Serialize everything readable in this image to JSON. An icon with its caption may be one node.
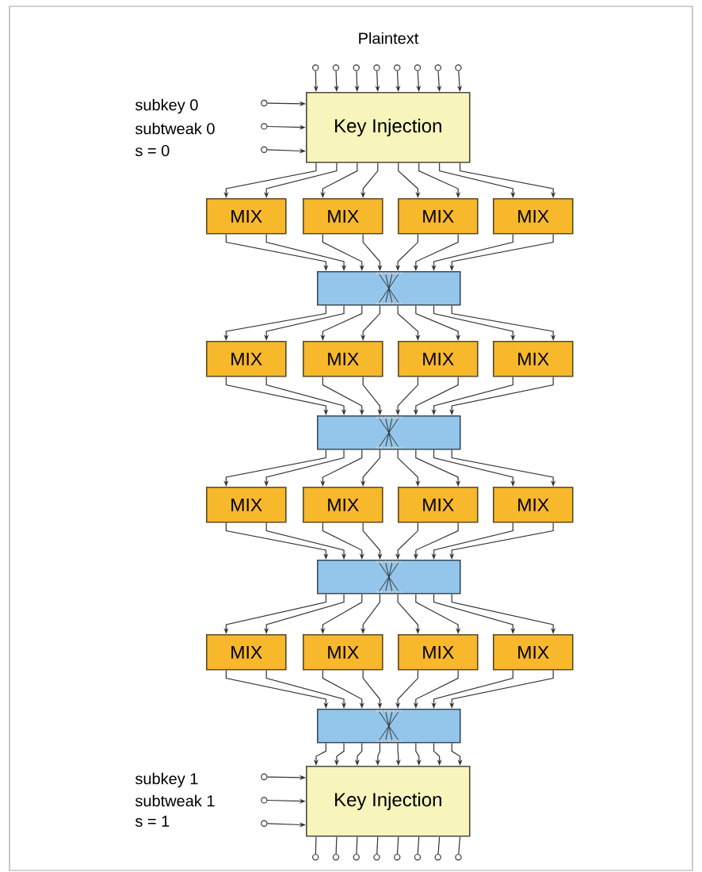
{
  "diagram": {
    "nodes": [
      {
        "text": [
          "Key Injection"
        ]
      },
      {
        "text": [
          "MIX"
        ]
      },
      {
        "text": [
          "MIX"
        ]
      },
      {
        "text": [
          "MIX"
        ]
      },
      {
        "text": [
          "MIX"
        ]
      },
      {
        "text": [],
        "shape": "box"
      },
      {
        "text": [
          "MIX"
        ]
      },
      {
        "text": [
          "MIX"
        ]
      },
      {
        "text": [
          "MIX"
        ]
      },
      {
        "text": [
          "MIX"
        ]
      },
      {
        "text": [],
        "shape": "box"
      },
      {
        "text": [
          "MIX"
        ]
      },
      {
        "text": [
          "MIX"
        ]
      },
      {
        "text": [
          "MIX"
        ]
      },
      {
        "text": [
          "MIX"
        ]
      },
      {
        "text": [],
        "shape": "box"
      },
      {
        "text": [
          "MIX"
        ]
      },
      {
        "text": [
          "MIX"
        ]
      },
      {
        "text": [
          "MIX"
        ]
      },
      {
        "text": [
          "MIX"
        ]
      },
      {
        "text": [],
        "shape": "box"
      },
      {
        "text": [
          "Key Injection"
        ]
      },
      {
        "text": [],
        "shape": "circle"
      },
      {
        "text": [],
        "shape": "circle"
      },
      {
        "text": [],
        "shape": "circle"
      },
      {
        "text": [],
        "shape": "circle"
      },
      {
        "text": [],
        "shape": "circle"
      },
      {
        "text": [],
        "shape": "circle"
      },
      {
        "text": [],
        "shape": "circle"
      },
      {
        "text": [],
        "shape": "circle"
      },
      {
        "text": [],
        "shape": "circle"
      },
      {
        "text": [],
        "shape": "circle"
      },
      {
        "text": [],
        "shape": "circle"
      },
      {
        "text": [],
        "shape": "circle"
      },
      {
        "text": [],
        "shape": "circle"
      },
      {
        "text": [],
        "shape": "circle"
      },
      {
        "text": [],
        "shape": "circle"
      },
      {
        "text": [],
        "shape": "circle"
      },
      {
        "text": [],
        "shape": "circle"
      },
      {
        "text": [],
        "shape": "circle"
      },
      {
        "text": [],
        "shape": "circle"
      },
      {
        "text": [],
        "shape": "circle"
      },
      {
        "text": [],
        "shape": "circle"
      },
      {
        "text": [],
        "shape": "circle"
      }
    ],
    "edges": [
      {
        "from": 22,
        "to": 0,
        "arrow": "to"
      },
      {
        "from": 23,
        "to": 0,
        "arrow": "to"
      },
      {
        "from": 24,
        "to": 0,
        "arrow": "to"
      },
      {
        "from": 25,
        "to": 0,
        "arrow": "to"
      },
      {
        "from": 26,
        "to": 0,
        "arrow": "to"
      },
      {
        "from": 27,
        "to": 0,
        "arrow": "to"
      },
      {
        "from": 28,
        "to": 0,
        "arrow": "to"
      },
      {
        "from": 29,
        "to": 0,
        "arrow": "to"
      },
      {
        "from": 30,
        "to": 0,
        "arrow": "to"
      },
      {
        "from": 31,
        "to": 0,
        "arrow": "to"
      },
      {
        "from": 32,
        "to": 0,
        "arrow": "to"
      },
      {
        "from": 0,
        "to": 1,
        "arrow": "to"
      },
      {
        "from": 0,
        "to": 1,
        "arrow": "to"
      },
      {
        "from": 0,
        "to": 2,
        "arrow": "to"
      },
      {
        "from": 0,
        "to": 2,
        "arrow": "to"
      },
      {
        "from": 0,
        "to": 3,
        "arrow": "to"
      },
      {
        "from": 0,
        "to": 3,
        "arrow": "to"
      },
      {
        "from": 0,
        "to": 4,
        "arrow": "to"
      },
      {
        "from": 0,
        "to": 4,
        "arrow": "to"
      },
      {
        "from": 1,
        "to": 5,
        "arrow": "to"
      },
      {
        "from": 1,
        "to": 5,
        "arrow": "to"
      },
      {
        "from": 2,
        "to": 5,
        "arrow": "to"
      },
      {
        "from": 2,
        "to": 5,
        "arrow": "to"
      },
      {
        "from": 3,
        "to": 5,
        "arrow": "to"
      },
      {
        "from": 3,
        "to": 5,
        "arrow": "to"
      },
      {
        "from": 4,
        "to": 5,
        "arrow": "to"
      },
      {
        "from": 4,
        "to": 5,
        "arrow": "to"
      },
      {
        "from": 5,
        "to": 6,
        "arrow": "to"
      },
      {
        "from": 5,
        "to": 6,
        "arrow": "to"
      },
      {
        "from": 5,
        "to": 7,
        "arrow": "to"
      },
      {
        "from": 5,
        "to": 7,
        "arrow": "to"
      },
      {
        "from": 5,
        "to": 8,
        "arrow": "to"
      },
      {
        "from": 5,
        "to": 8,
        "arrow": "to"
      },
      {
        "from": 5,
        "to": 9,
        "arrow": "to"
      },
      {
        "from": 5,
        "to": 9,
        "arrow": "to"
      },
      {
        "from": 6,
        "to": 10,
        "arrow": "to"
      },
      {
        "from": 6,
        "to": 10,
        "arrow": "to"
      },
      {
        "from": 7,
        "to": 10,
        "arrow": "to"
      },
      {
        "from": 7,
        "to": 10,
        "arrow": "to"
      },
      {
        "from": 8,
        "to": 10,
        "arrow": "to"
      },
      {
        "from": 8,
        "to": 10,
        "arrow": "to"
      },
      {
        "from": 9,
        "to": 10,
        "arrow": "to"
      },
      {
        "from": 9,
        "to": 10,
        "arrow": "to"
      },
      {
        "from": 10,
        "to": 11,
        "arrow": "to"
      },
      {
        "from": 10,
        "to": 11,
        "arrow": "to"
      },
      {
        "from": 10,
        "to": 12,
        "arrow": "to"
      },
      {
        "from": 10,
        "to": 12,
        "arrow": "to"
      },
      {
        "from": 10,
        "to": 13,
        "arrow": "to"
      },
      {
        "from": 10,
        "to": 13,
        "arrow": "to"
      },
      {
        "from": 10,
        "to": 14,
        "arrow": "to"
      },
      {
        "from": 10,
        "to": 14,
        "arrow": "to"
      },
      {
        "from": 11,
        "to": 15,
        "arrow": "to"
      },
      {
        "from": 11,
        "to": 15,
        "arrow": "to"
      },
      {
        "from": 12,
        "to": 15,
        "arrow": "to"
      },
      {
        "from": 12,
        "to": 15,
        "arrow": "to"
      },
      {
        "from": 13,
        "to": 15,
        "arrow": "to"
      },
      {
        "from": 13,
        "to": 15,
        "arrow": "to"
      },
      {
        "from": 14,
        "to": 15,
        "arrow": "to"
      },
      {
        "from": 14,
        "to": 15,
        "arrow": "to"
      },
      {
        "from": 15,
        "to": 16,
        "arrow": "to"
      },
      {
        "from": 15,
        "to": 16,
        "arrow": "to"
      },
      {
        "from": 15,
        "to": 17,
        "arrow": "to"
      },
      {
        "from": 15,
        "to": 17,
        "arrow": "to"
      },
      {
        "from": 15,
        "to": 18,
        "arrow": "to"
      },
      {
        "from": 15,
        "to": 18,
        "arrow": "to"
      },
      {
        "from": 15,
        "to": 19,
        "arrow": "to"
      },
      {
        "from": 15,
        "to": 19,
        "arrow": "to"
      },
      {
        "from": 16,
        "to": 20,
        "arrow": "to"
      },
      {
        "from": 16,
        "to": 20,
        "arrow": "to"
      },
      {
        "from": 17,
        "to": 20,
        "arrow": "to"
      },
      {
        "from": 17,
        "to": 20,
        "arrow": "to"
      },
      {
        "from": 18,
        "to": 20,
        "arrow": "to"
      },
      {
        "from": 18,
        "to": 20,
        "arrow": "to"
      },
      {
        "from": 19,
        "to": 20,
        "arrow": "to"
      },
      {
        "from": 19,
        "to": 20,
        "arrow": "to"
      },
      {
        "from": 20,
        "to": 21,
        "arrow": "to"
      },
      {
        "from": 20,
        "to": 21,
        "arrow": "to"
      },
      {
        "from": 20,
        "to": 21,
        "arrow": "to"
      },
      {
        "from": 20,
        "to": 21,
        "arrow": "to"
      },
      {
        "from": 20,
        "to": 21,
        "arrow": "to"
      },
      {
        "from": 20,
        "to": 21,
        "arrow": "to"
      },
      {
        "from": 20,
        "to": 21,
        "arrow": "to"
      },
      {
        "from": 20,
        "to": 21,
        "arrow": "to"
      },
      {
        "from": 33,
        "to": 21,
        "arrow": "to"
      },
      {
        "from": 34,
        "to": 21,
        "arrow": "to"
      },
      {
        "from": 35,
        "to": 21,
        "arrow": "to"
      },
      {
        "from": 21,
        "to": 36,
        "arrow": "none"
      },
      {
        "from": 21,
        "to": 37,
        "arrow": "none"
      },
      {
        "from": 21,
        "to": 38,
        "arrow": "none"
      },
      {
        "from": 21,
        "to": 39,
        "arrow": "none"
      },
      {
        "from": 21,
        "to": 40,
        "arrow": "none"
      },
      {
        "from": 21,
        "to": 41,
        "arrow": "none"
      },
      {
        "from": 21,
        "to": 42,
        "arrow": "none"
      },
      {
        "from": 21,
        "to": 43,
        "arrow": "none"
      }
    ],
    "labels": [
      "Plaintext",
      "subkey 0",
      "subtweak 0",
      "s = 0",
      "subkey 1",
      "subtweak 1",
      "s = 1"
    ]
  }
}
